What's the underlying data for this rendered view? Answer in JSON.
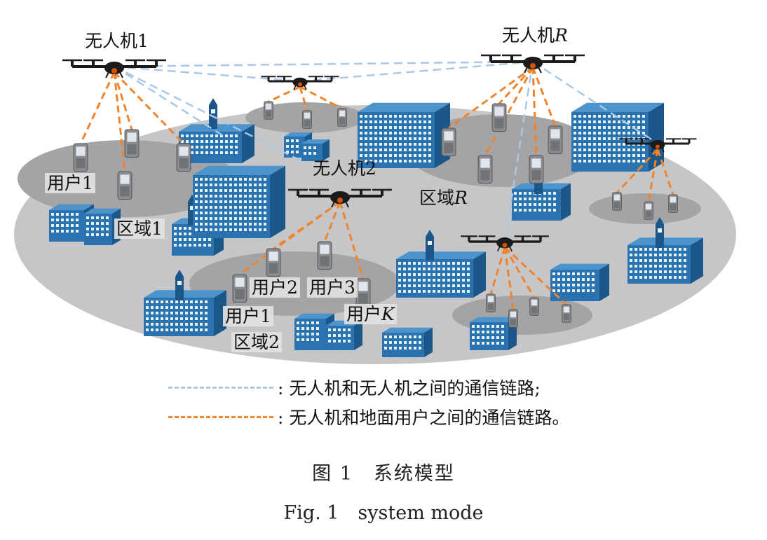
{
  "diagram": {
    "labels": {
      "uav_1": "无人机1",
      "uav_r_prefix": "无人机",
      "uav_r_var": "R",
      "uav_2": "无人机2",
      "user_1_region1": "用户1",
      "region_1": "区域1",
      "region_r_prefix": "区域",
      "region_r_var": "R",
      "user_2": "用户2",
      "user_3": "用户3",
      "user_1_region2": "用户1",
      "region_2": "区域2",
      "user_k_prefix": "用户",
      "user_k_var": "K"
    },
    "legend": [
      {
        "text": ": 无人机和无人机之间的通信链路;",
        "color": "#a9c8e8",
        "style": "dashed"
      },
      {
        "text": ": 无人机和地面用户之间的通信链路。",
        "color": "#f0842c",
        "style": "dashed"
      }
    ],
    "colors": {
      "ground": "#c6c5c7",
      "region_patch": "#a4a3a6",
      "building": "#2a73b0",
      "building_dark": "#1c5789",
      "phone": "#8a8c90",
      "uav_body": "#1b1b1b",
      "uav_link": "#a9c8e8",
      "user_link": "#f0842c"
    }
  },
  "caption": {
    "cn": "图 1　系统模型",
    "en": "Fig. 1　system mode"
  }
}
